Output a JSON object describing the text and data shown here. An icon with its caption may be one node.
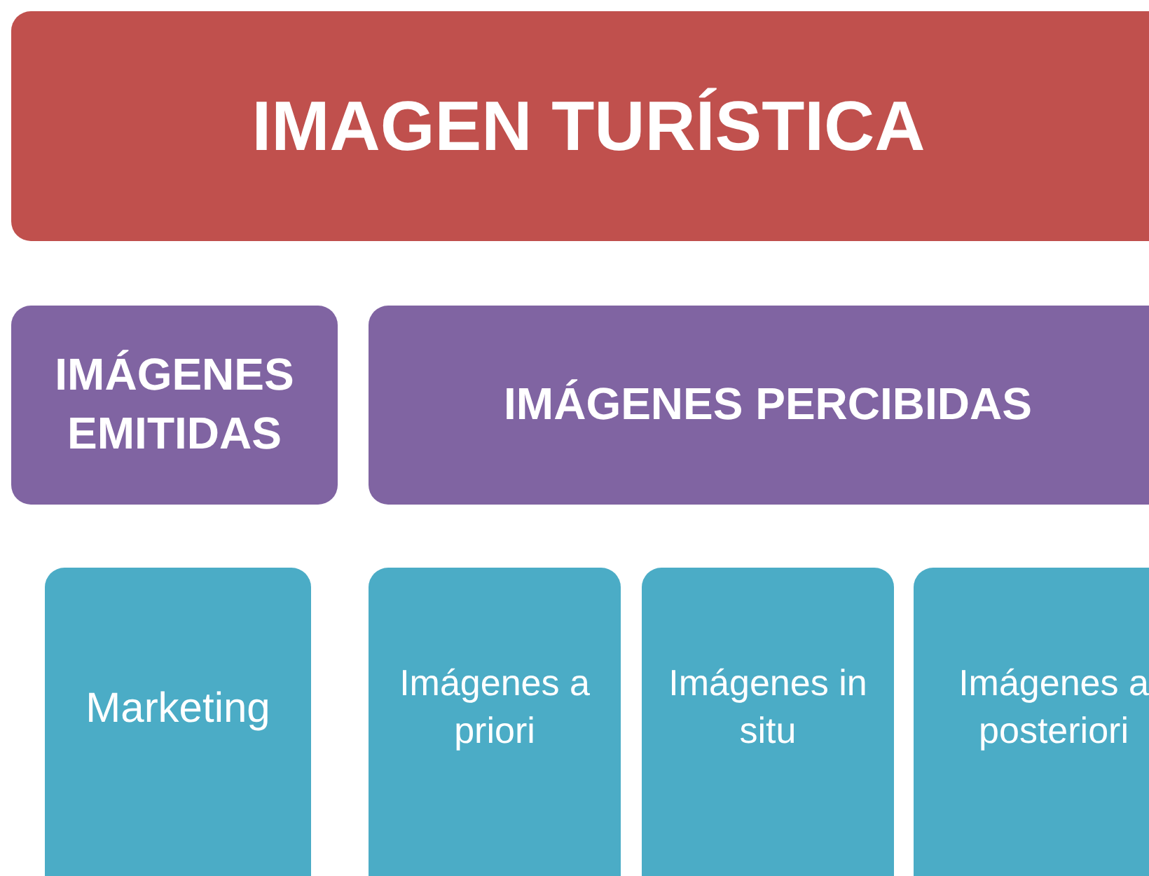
{
  "diagram": {
    "nodes": [
      {
        "text": [
          "IMAGEN TURÍSTICA"
        ]
      },
      {
        "text": [
          "IMÁGENES EMITIDAS"
        ]
      },
      {
        "text": [
          "IMÁGENES PERCIBIDAS"
        ]
      },
      {
        "text": [
          "Marketing"
        ]
      },
      {
        "text": [
          "Imágenes a priori"
        ]
      },
      {
        "text": [
          "Imágenes in situ"
        ]
      },
      {
        "text": [
          "Imágenes a posteriori"
        ]
      }
    ]
  }
}
